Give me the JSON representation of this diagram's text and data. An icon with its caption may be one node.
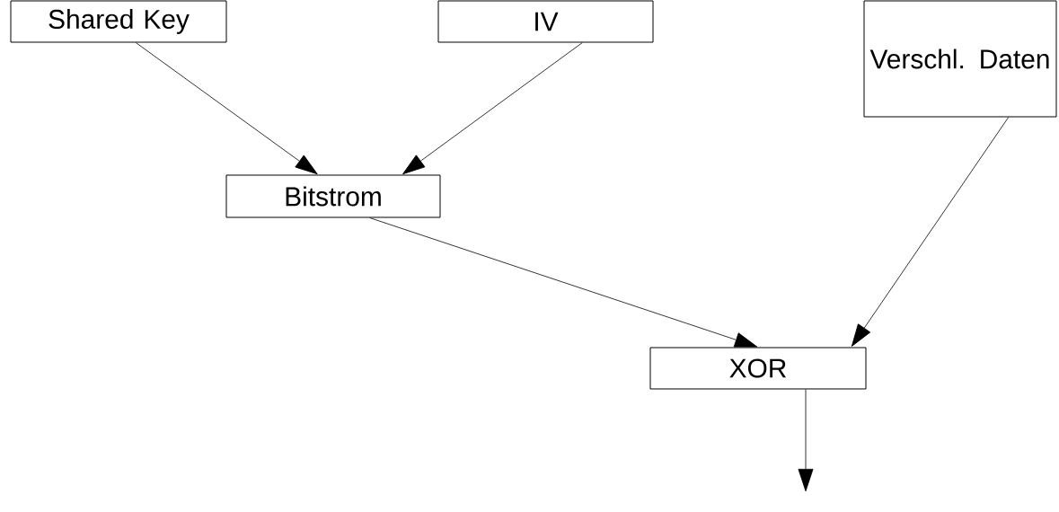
{
  "diagram": {
    "nodes": [
      {
        "text": [
          "Shared Key"
        ]
      },
      {
        "text": [
          "IV"
        ]
      },
      {
        "text": [
          "Verschl. Daten"
        ]
      },
      {
        "text": [
          "Bitstrom"
        ]
      },
      {
        "text": [
          "XOR"
        ]
      }
    ],
    "edges": [
      {
        "from": 0,
        "to": 3,
        "arrow": "to"
      },
      {
        "from": 1,
        "to": 3,
        "arrow": "to"
      },
      {
        "from": 3,
        "to": 4,
        "arrow": "to"
      },
      {
        "from": 2,
        "to": 4,
        "arrow": "to"
      },
      {
        "from": 4,
        "to": null,
        "arrow": "to"
      }
    ]
  }
}
